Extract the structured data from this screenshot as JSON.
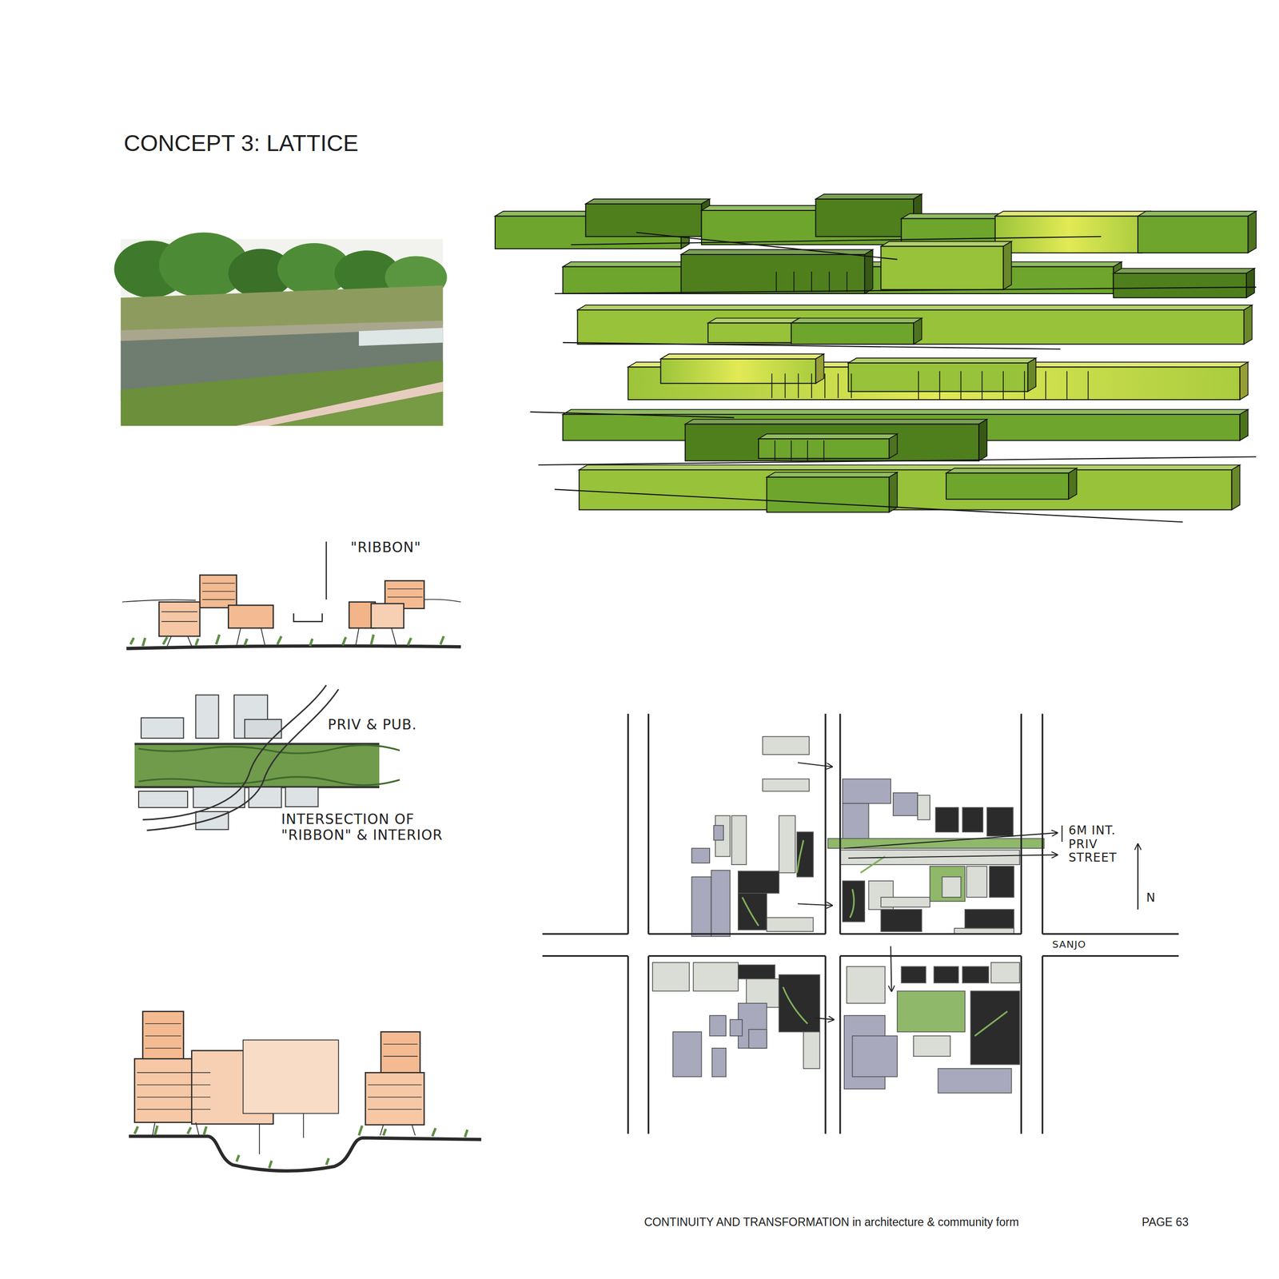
{
  "diagram": {
    "title": "CONCEPT 3:  LATTICE",
    "labels": [
      "\"RIBBON\"",
      "PRIV & PUB.",
      "INTERSECTION OF \"RIBBON\" & INTERIOR",
      "6M INT. PRIV STREET",
      "N",
      "SANJO",
      "CONTINUITY AND TRANSFORMATION in architecture & community form",
      "PAGE 63"
    ]
  }
}
